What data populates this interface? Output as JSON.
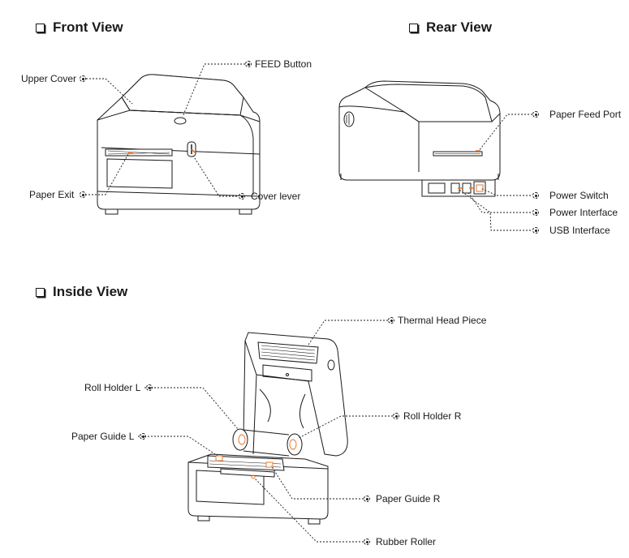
{
  "sections": {
    "front": "Front View",
    "rear": "Rear View",
    "inside": "Inside View"
  },
  "front_labels": {
    "upper_cover": "Upper Cover",
    "feed_button": "FEED Button",
    "paper_exit": "Paper Exit",
    "cover_lever": "Cover lever"
  },
  "rear_labels": {
    "paper_feed_port": "Paper Feed Port",
    "power_switch": "Power Switch",
    "power_interface": "Power Interface",
    "usb_interface": "USB Interface"
  },
  "inside_labels": {
    "thermal_head_piece": "Thermal Head Piece",
    "roll_holder_l": "Roll Holder L",
    "roll_holder_r": "Roll Holder R",
    "paper_guide_l": "Paper Guide L",
    "paper_guide_r": "Paper Guide R",
    "rubber_roller": "Rubber Roller"
  },
  "colors": {
    "line": "#1a1a1a",
    "accent": "#e8782a"
  }
}
